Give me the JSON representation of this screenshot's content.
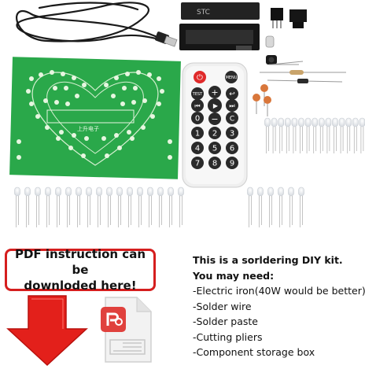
{
  "remote_buttons": {
    "power": "⏻",
    "menu": "MENU",
    "test": "TEST",
    "plus": "+",
    "back": "↩",
    "prev": "⏮",
    "play": "▶",
    "next": "⏭",
    "zero": "0",
    "minus": "−",
    "c": "C",
    "digits": [
      "1",
      "2",
      "3",
      "4",
      "5",
      "6",
      "7",
      "8",
      "9"
    ]
  },
  "chip_label": "STC",
  "pcb_label": "上升电子",
  "pdf_callout": {
    "line1": "PDF instruction can be",
    "line2": "downloded here!"
  },
  "kit_info": {
    "title": "This is a sorldering DIY kit.",
    "subtitle": "You may need:",
    "items": [
      "-Electric iron(40W would be better)",
      "-Solder wire",
      "-Solder paste",
      "-Cutting pliers",
      "-Component storage box"
    ]
  },
  "colors": {
    "pcb": "#2aa84a",
    "arrow": "#e3201b",
    "pdf_icon": "#e0413d",
    "callout_border": "#d51e1e"
  }
}
